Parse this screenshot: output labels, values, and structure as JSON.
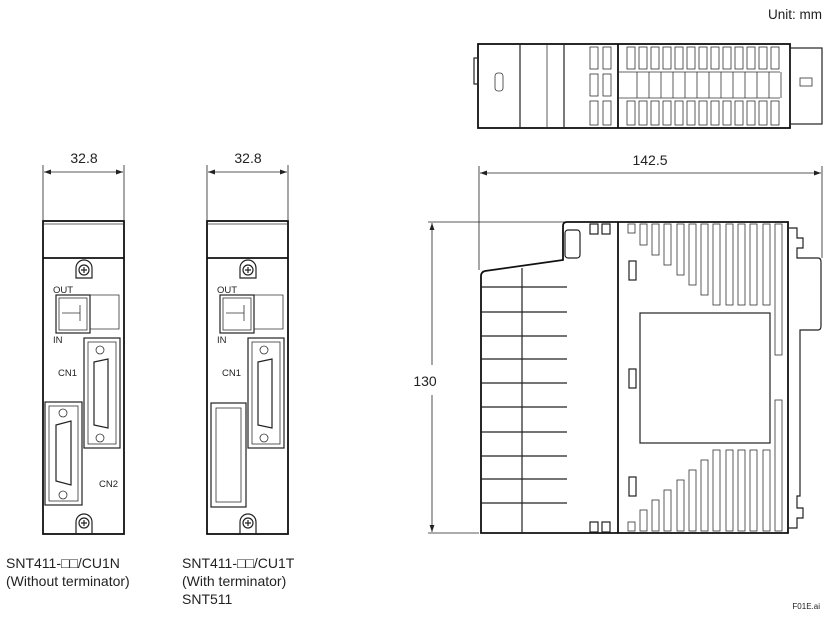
{
  "unit_label": "Unit: mm",
  "dimensions": {
    "front_width_a": "32.8",
    "front_width_b": "32.8",
    "side_depth": "142.5",
    "side_height": "130"
  },
  "front_view_a": {
    "port_out": "OUT",
    "port_in": "IN",
    "cn1": "CN1",
    "cn2": "CN2",
    "model": "SNT411-□□/CU1N",
    "note": "(Without terminator)"
  },
  "front_view_b": {
    "port_out": "OUT",
    "port_in": "IN",
    "cn1": "CN1",
    "model": "SNT411-□□/CU1T",
    "note": "(With terminator)",
    "model2": "SNT511"
  },
  "figure_id": "F01E.ai"
}
